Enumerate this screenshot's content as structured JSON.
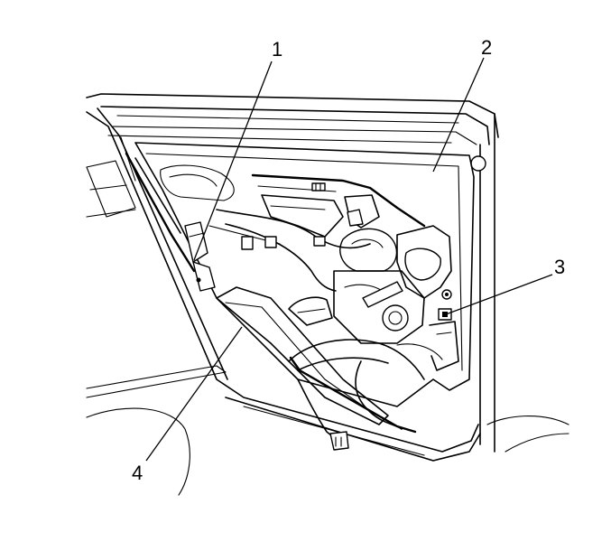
{
  "callouts": [
    {
      "id": "1",
      "label": "1",
      "part": "door-handle-linkage"
    },
    {
      "id": "2",
      "label": "2",
      "part": "door-inner-panel"
    },
    {
      "id": "3",
      "label": "3",
      "part": "latch-fastener"
    },
    {
      "id": "4",
      "label": "4",
      "part": "wiring-harness-channel"
    }
  ],
  "colors": {
    "line": "#000000",
    "background": "#ffffff"
  }
}
